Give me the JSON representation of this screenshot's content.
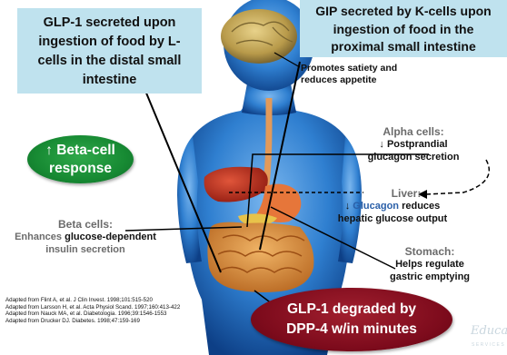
{
  "glp1_callout": {
    "line1": "GLP-1 secreted upon",
    "line2": "ingestion of food by L-",
    "line3": "cells in the distal small",
    "line4": "intestine"
  },
  "gip_callout": {
    "line1": "GIP secreted  by K-cells upon",
    "line2": "ingestion of food in the",
    "line3": "proximal small intestine"
  },
  "brain_label": {
    "line1": "Promotes satiety and",
    "line2": "reduces appetite"
  },
  "beta_response": {
    "line1": "↑ Beta-cell",
    "line2": "response"
  },
  "alpha_cells": {
    "title": "Alpha cells:",
    "line1": "↓ Postprandial",
    "line2": "glucagon secretion"
  },
  "liver": {
    "title": "Liver:",
    "arrow": "↓",
    "glucagon": "Glucagon",
    "line1_rest": " reduces",
    "line2": "hepatic glucose output"
  },
  "beta_cells": {
    "title": "Beta cells:",
    "line1_pre": "Enhances ",
    "line1_bold": "glucose-dependent",
    "line2": "insulin secretion"
  },
  "stomach": {
    "title": "Stomach:",
    "line1": "Helps regulate",
    "line2": "gastric emptying"
  },
  "dpp4": {
    "line1": "GLP-1 degraded by",
    "line2": "DPP-4 w/in minutes"
  },
  "references": [
    "Adapted from Flint A, et al. J Clin Invest. 1998;101:515-520",
    "Adapted from Larsson H, et al. Acta Physiol Scand. 1997;160:413-422",
    "Adapted from Nauck MA, et al. Diabetologia. 1996;39:1546-1553",
    "Adapted from Drucker DJ. Diabetes. 1998;47:159-169"
  ],
  "watermark": {
    "word": "Education",
    "sub": "SERVICES"
  },
  "colors": {
    "callout_bg": "#bfe2ee",
    "beta_response_green": "#178a33",
    "dpp4_maroon": "#7d0b1c",
    "body_blue": "#2f7fd0",
    "label_gray": "#6b6b6b",
    "glucagon_blue": "#2a5fa8"
  }
}
